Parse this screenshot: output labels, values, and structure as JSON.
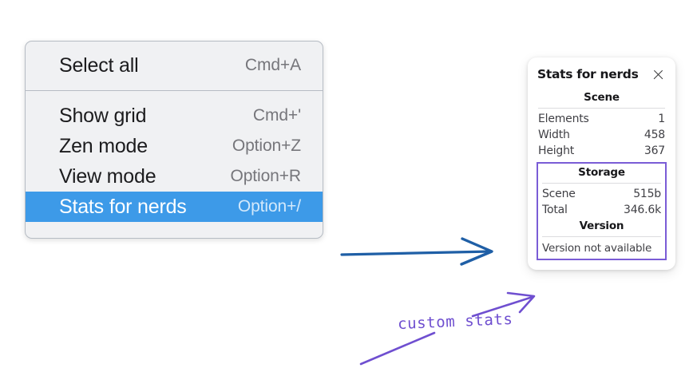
{
  "context_menu": {
    "name": "canvas-context-menu",
    "sections": [
      {
        "items": [
          {
            "label": "Select all",
            "shortcut": "Cmd+A",
            "selected": false
          }
        ]
      },
      {
        "items": [
          {
            "label": "Show grid",
            "shortcut": "Cmd+'",
            "selected": false
          },
          {
            "label": "Zen mode",
            "shortcut": "Option+Z",
            "selected": false
          },
          {
            "label": "View mode",
            "shortcut": "Option+R",
            "selected": false
          },
          {
            "label": "Stats for nerds",
            "shortcut": "Option+/",
            "selected": true
          }
        ]
      }
    ],
    "highlight_color": "#3d9ae8"
  },
  "stats_panel": {
    "title": "Stats for nerds",
    "close_icon": "close-icon",
    "sections": [
      {
        "heading": "Scene",
        "rows": [
          {
            "label": "Elements",
            "value": "1"
          },
          {
            "label": "Width",
            "value": "458"
          },
          {
            "label": "Height",
            "value": "367"
          }
        ]
      },
      {
        "heading": "Storage",
        "rows": [
          {
            "label": "Scene",
            "value": "515b"
          },
          {
            "label": "Total",
            "value": "346.6k"
          }
        ]
      },
      {
        "heading": "Version",
        "note": "Version not available"
      }
    ]
  },
  "annotations": {
    "callout_text": "custom stats",
    "blue_arrow_color": "#1f5fa6",
    "purple_color": "#6f4fd0",
    "highlight_box_color": "#7a5cd6"
  }
}
